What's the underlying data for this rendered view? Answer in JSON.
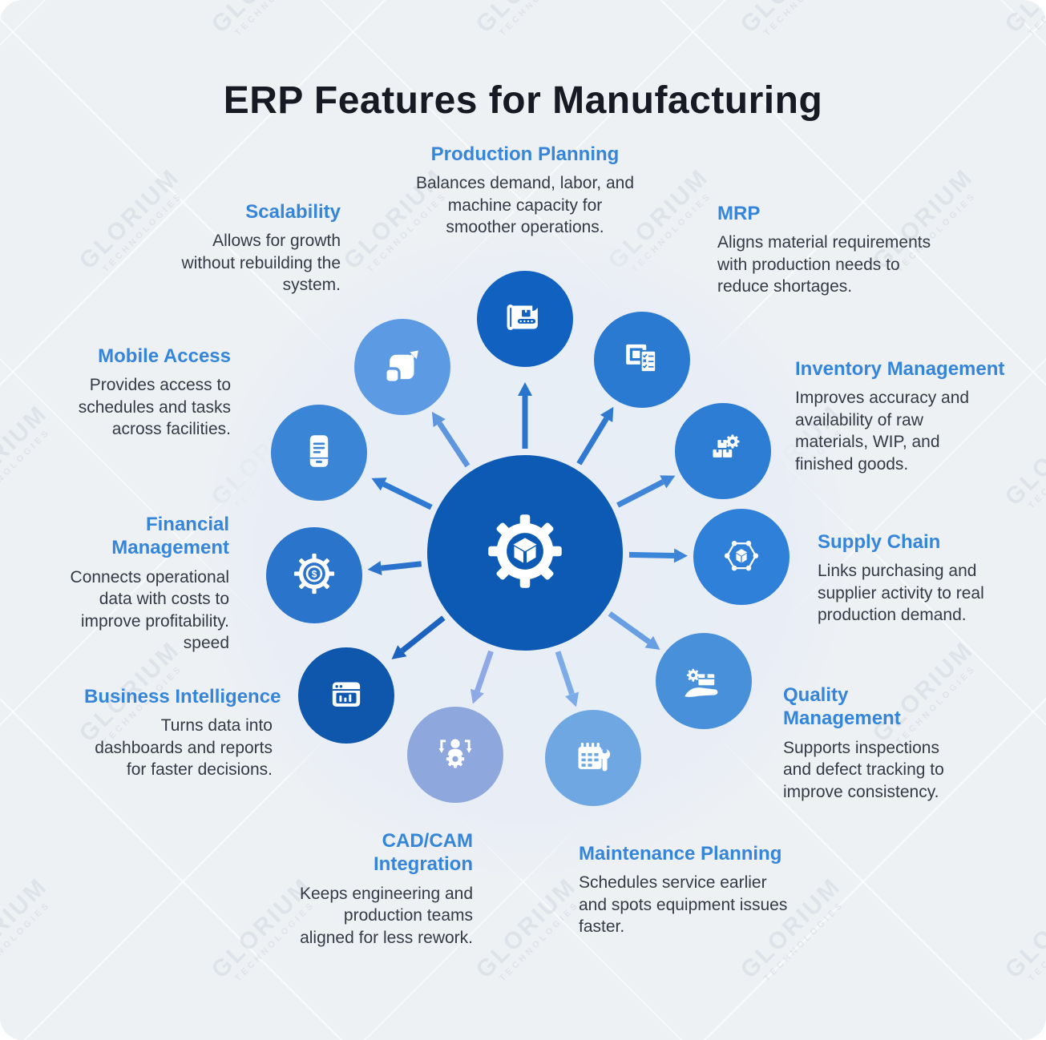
{
  "title": "ERP Features for Manufacturing",
  "watermark": {
    "brand": "GLORIUM",
    "sub": "TECHNOLOGIES"
  },
  "colors": {
    "background": "#EEF1F4",
    "title": "#171A22",
    "heading": "#3585DA",
    "body": "#343A45",
    "hub": "#0D5AB4"
  },
  "center": {
    "icon": "gear-cube-icon"
  },
  "features": [
    {
      "id": "production-planning",
      "title": "Production Planning",
      "description": "Balances demand, labor, and machine capacity for smoother operations.",
      "icon": "blueprint-conveyor-icon",
      "circle_color": "#1161C1",
      "arrow_color": "#2B74CC"
    },
    {
      "id": "mrp",
      "title": "MRP",
      "description": "Aligns material requirements with production needs to reduce shortages.",
      "icon": "box-checklist-icon",
      "circle_color": "#2B7AD2",
      "arrow_color": "#3079D0"
    },
    {
      "id": "inventory-management",
      "title": "Inventory Management",
      "description": "Improves accuracy and availability of raw materials, WIP, and finished goods.",
      "icon": "stacked-boxes-gear-icon",
      "circle_color": "#2E7DD4",
      "arrow_color": "#3F86D8"
    },
    {
      "id": "supply-chain",
      "title": "Supply Chain",
      "description": "Links purchasing and supplier activity to real production demand.",
      "icon": "network-cube-icon",
      "circle_color": "#2E80D8",
      "arrow_color": "#3C86DA"
    },
    {
      "id": "quality-management",
      "title": "Quality Management",
      "description": "Supports inspections and defect tracking to improve consistency.",
      "icon": "hand-box-gear-icon",
      "circle_color": "#4990DA",
      "arrow_color": "#689FE2"
    },
    {
      "id": "maintenance-planning",
      "title": "Maintenance Planning",
      "description": "Schedules service earlier and spots equipment issues faster.",
      "icon": "calendar-wrench-icon",
      "circle_color": "#6FA7E2",
      "arrow_color": "#7CABE8"
    },
    {
      "id": "cad-cam-integration",
      "title": "CAD/CAM Integration",
      "description": "Keeps engineering and production teams aligned for less rework.",
      "icon": "engineer-gear-icon",
      "circle_color": "#8EA8DE",
      "arrow_color": "#8FA9E6"
    },
    {
      "id": "business-intelligence",
      "title": "Business Intelligence",
      "description": "Turns data into dashboards and reports for faster decisions.",
      "icon": "dashboard-chart-icon",
      "circle_color": "#0F57AD",
      "arrow_color": "#1C63C0"
    },
    {
      "id": "financial-management",
      "title": "Financial Management",
      "description": "Connects operational data with costs to improve profitability. speed",
      "icon": "gear-dollar-icon",
      "circle_color": "#2B74CC",
      "arrow_color": "#2A72CB"
    },
    {
      "id": "mobile-access",
      "title": "Mobile Access",
      "description": "Provides access to schedules and tasks across facilities.",
      "icon": "smartphone-icon",
      "circle_color": "#3B85D6",
      "arrow_color": "#2E79D1"
    },
    {
      "id": "scalability",
      "title": "Scalability",
      "description": "Allows for growth without rebuilding the system.",
      "icon": "expand-arrow-icon",
      "circle_color": "#5C9AE4",
      "arrow_color": "#5D96DE"
    }
  ]
}
